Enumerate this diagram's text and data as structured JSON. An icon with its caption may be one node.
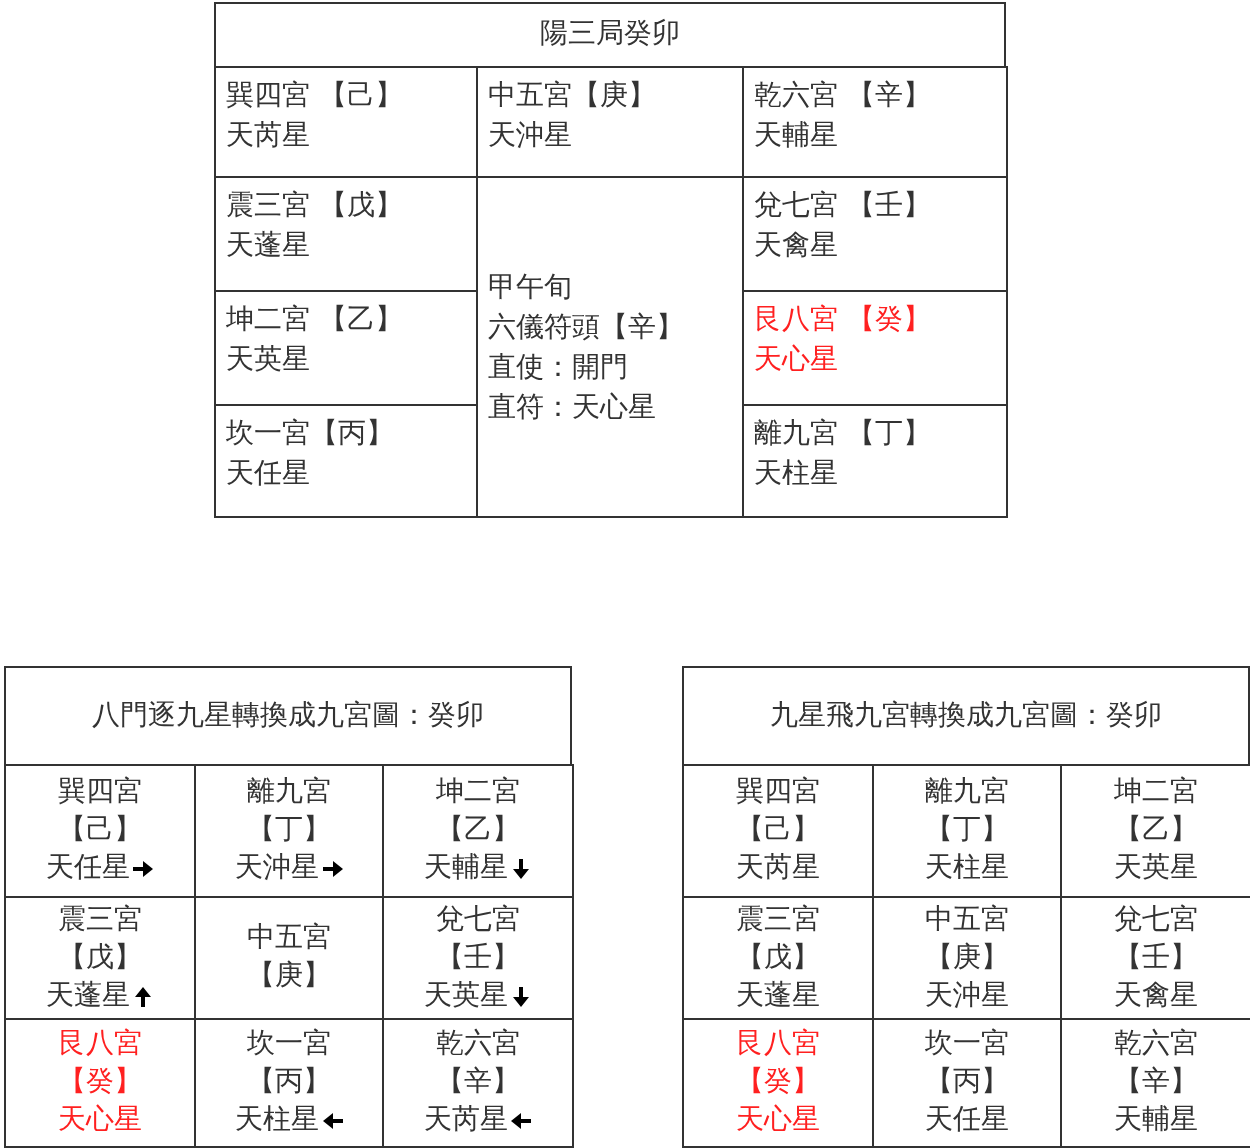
{
  "diagram": {
    "nodes": [
      {
        "text": [
          "陽三局癸卯"
        ]
      },
      {
        "text": [
          "巽四宮 【己】",
          "天芮星"
        ]
      },
      {
        "text": [
          "中五宮【庚】",
          "天沖星"
        ]
      },
      {
        "text": [
          "乾六宮 【辛】",
          "天輔星"
        ]
      },
      {
        "text": [
          "震三宮 【戊】",
          "天蓬星"
        ]
      },
      {
        "text": [
          "甲午旬",
          "六儀符頭【辛】",
          "直使：開門",
          "直符：天心星"
        ]
      },
      {
        "text": [
          "兌七宮 【壬】",
          "天禽星"
        ]
      },
      {
        "text": [
          "坤二宮 【乙】",
          "天英星"
        ]
      },
      {
        "text": [
          "艮八宮 【癸】",
          "天心星"
        ]
      },
      {
        "text": [
          "坎一宮【丙】",
          "天任星"
        ]
      },
      {
        "text": [
          "離九宮 【丁】",
          "天柱星"
        ]
      },
      {
        "text": [
          "八門逐九星轉換成九宮圖：癸卯"
        ]
      },
      {
        "text": [
          "巽四宮",
          "【己】",
          "天任星"
        ]
      },
      {
        "text": [
          "離九宮",
          "【丁】",
          "天沖星"
        ]
      },
      {
        "text": [
          "坤二宮",
          "【乙】",
          "天輔星"
        ]
      },
      {
        "text": [
          "震三宮",
          "【戊】",
          "天蓬星"
        ]
      },
      {
        "text": [
          "中五宮",
          "【庚】"
        ]
      },
      {
        "text": [
          "兌七宮",
          "【壬】",
          "天英星"
        ]
      },
      {
        "text": [
          "艮八宮",
          "【癸】",
          "天心星"
        ]
      },
      {
        "text": [
          "坎一宮",
          "【丙】",
          "天柱星"
        ]
      },
      {
        "text": [
          "乾六宮",
          "【辛】",
          "天芮星"
        ]
      },
      {
        "text": [
          "九星飛九宮轉換成九宮圖：癸卯"
        ]
      },
      {
        "text": [
          "巽四宮",
          "【己】",
          "天芮星"
        ]
      },
      {
        "text": [
          "離九宮",
          "【丁】",
          "天柱星"
        ]
      },
      {
        "text": [
          "坤二宮",
          "【乙】",
          "天英星"
        ]
      },
      {
        "text": [
          "震三宮",
          "【戊】",
          "天蓬星"
        ]
      },
      {
        "text": [
          "中五宮",
          "【庚】",
          "天沖星"
        ]
      },
      {
        "text": [
          "兌七宮",
          "【壬】",
          "天禽星"
        ]
      },
      {
        "text": [
          "艮八宮",
          "【癸】",
          "天心星"
        ]
      },
      {
        "text": [
          "坎一宮",
          "【丙】",
          "天任星"
        ]
      },
      {
        "text": [
          "乾六宮",
          "【辛】",
          "天輔星"
        ]
      }
    ]
  }
}
